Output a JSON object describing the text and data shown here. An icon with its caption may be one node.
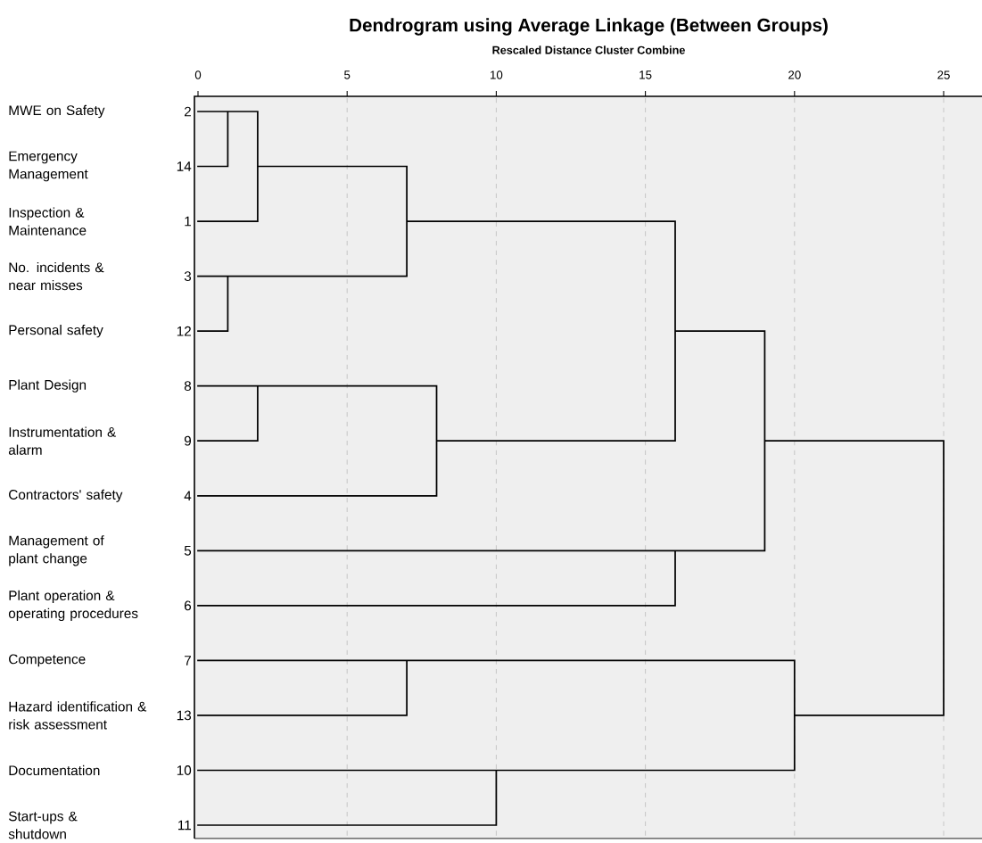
{
  "diagram": {
    "title": "Dendrogram using Average Linkage (Between Groups)",
    "labels": [
      "Rescaled Distance Cluster Combine",
      "0",
      "5",
      "10",
      "15",
      "20",
      "25",
      "MWE on Safety",
      "2",
      "Emergency Management",
      "14",
      "Inspection & Maintenance",
      "1",
      "No. incidents & near misses",
      "3",
      "Personal safety",
      "12",
      "Plant Design",
      "8",
      "Instrumentation & alarm",
      "9",
      "Contractors' safety",
      "4",
      "Management of plant change",
      "5",
      "Plant operation & operating procedures",
      "6",
      "Competence",
      "7",
      "Hazard identification & risk assessment",
      "13",
      "Documentation",
      "10",
      "Start-ups & shutdown",
      "11"
    ]
  }
}
